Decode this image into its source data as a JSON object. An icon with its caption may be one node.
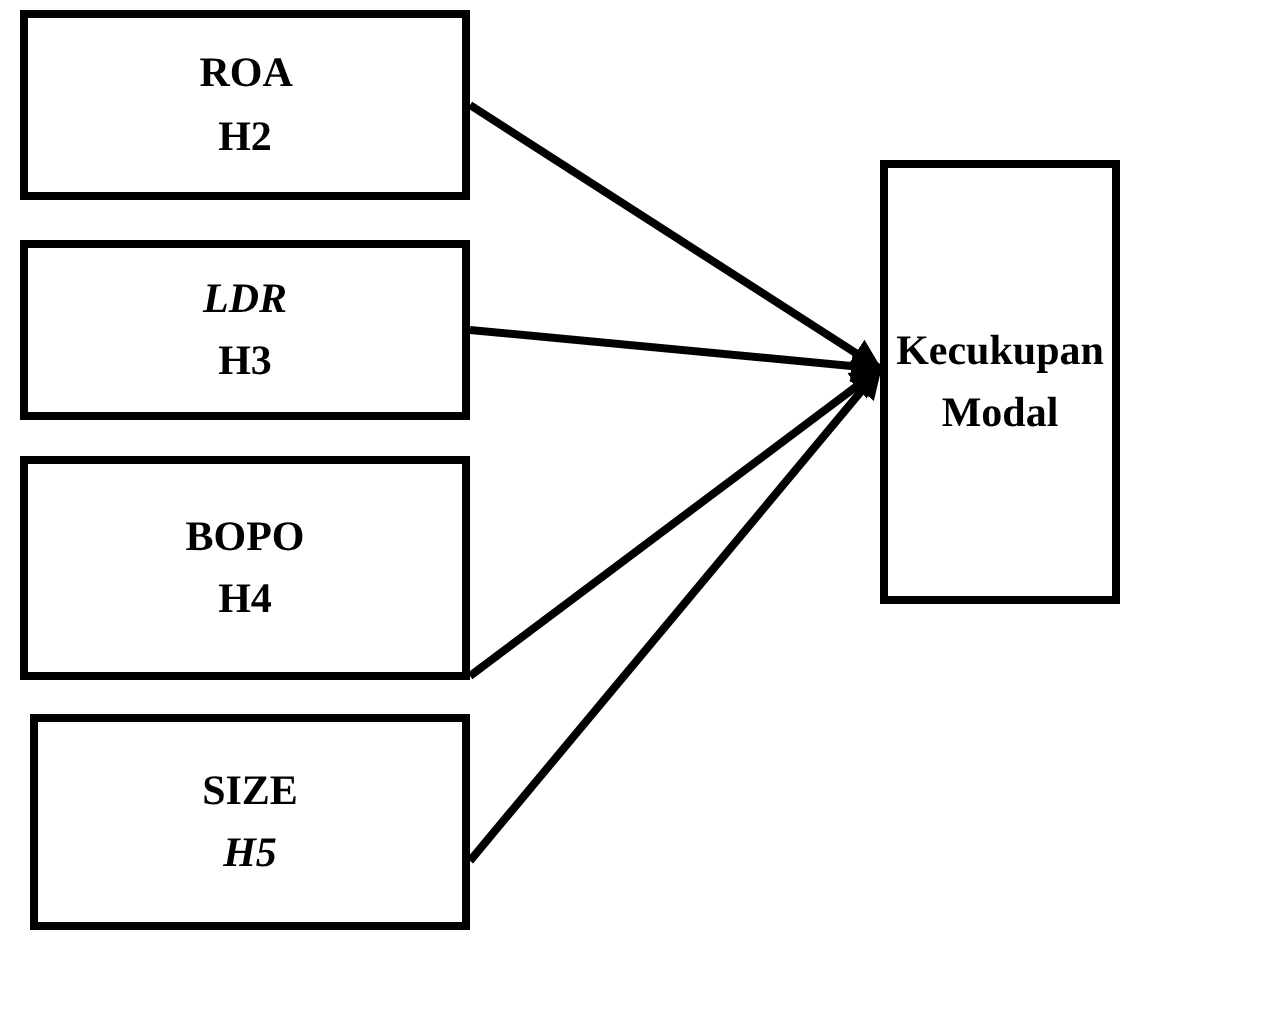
{
  "diagram": {
    "nodes": [
      {
        "text": [
          "ROA H2"
        ]
      },
      {
        "text": [
          "*LDR* H3"
        ]
      },
      {
        "text": [
          "BOPO H4"
        ]
      },
      {
        "text": [
          "SIZE *H5*"
        ]
      },
      {
        "text": [
          "Kecukupan Modal"
        ]
      }
    ],
    "edges": [
      {
        "from": 0,
        "to": 4,
        "arrow": "to"
      },
      {
        "from": 1,
        "to": 4,
        "arrow": "to"
      },
      {
        "from": 2,
        "to": 4,
        "arrow": "to"
      },
      {
        "from": 3,
        "to": 4,
        "arrow": "to"
      }
    ]
  }
}
